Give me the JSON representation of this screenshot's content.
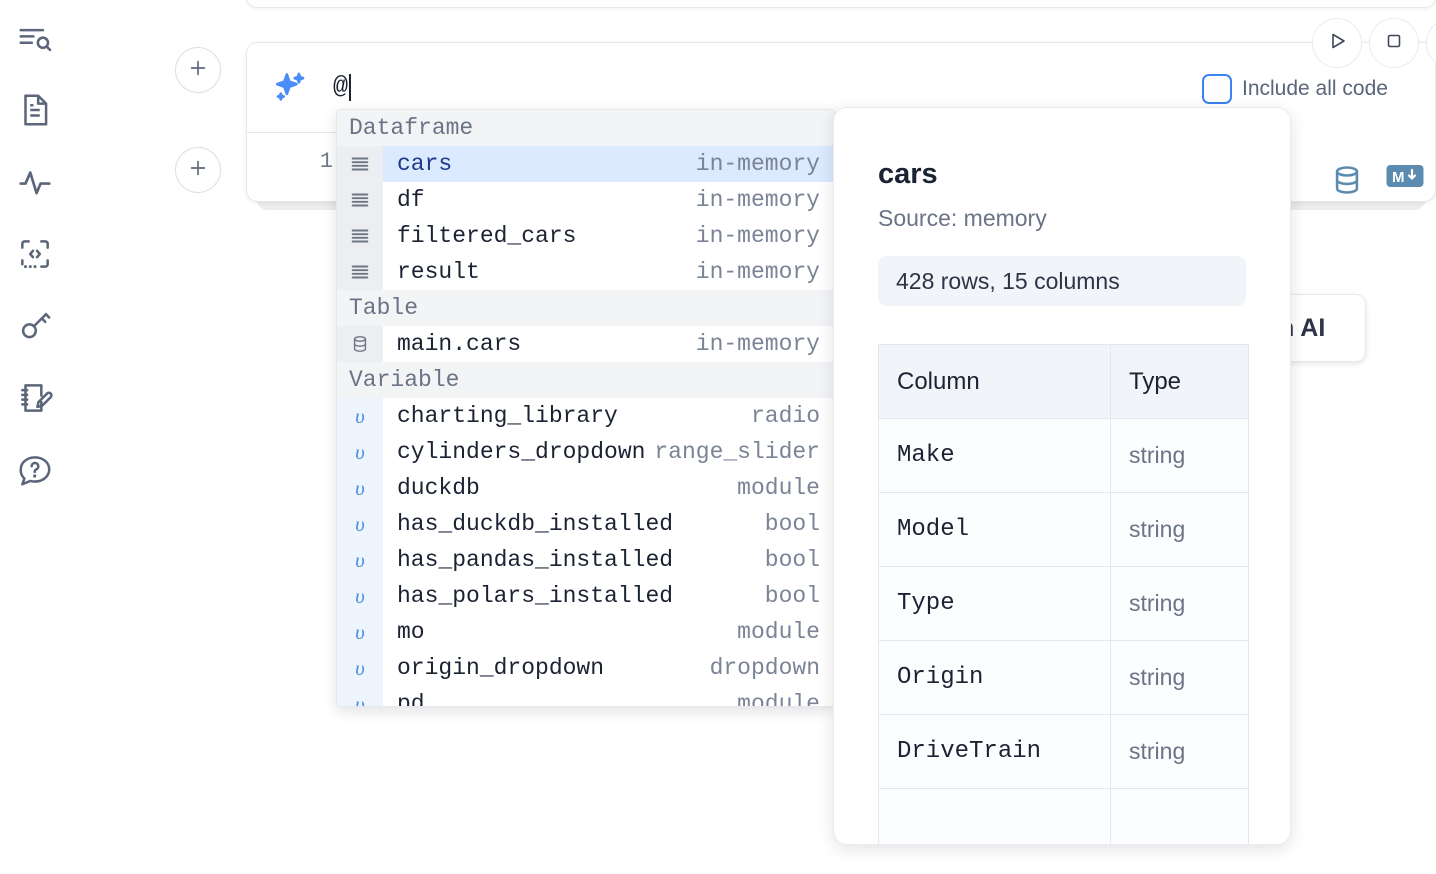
{
  "sidebar": {
    "items": [
      {
        "name": "outline-search-icon",
        "label": "Outline / Search"
      },
      {
        "name": "notebook-file-icon",
        "label": "Notebook"
      },
      {
        "name": "activity-pulse-icon",
        "label": "Activity"
      },
      {
        "name": "code-snippet-icon",
        "label": "Snippets"
      },
      {
        "name": "key-secrets-icon",
        "label": "Secrets"
      },
      {
        "name": "scratchpad-edit-icon",
        "label": "Scratchpad"
      },
      {
        "name": "help-chat-icon",
        "label": "Help"
      }
    ]
  },
  "cell": {
    "ai_prompt_value": "@",
    "line_number": "1",
    "include_all_code_label": "Include all code",
    "include_all_code_checked": false,
    "run_icon": "play-icon",
    "stop_icon": "stop-icon",
    "database_icon": "database-icon",
    "markdown_icon": "markdown-icon",
    "accent_blue": "#3b82f6",
    "icon_steel": "#5b8cb0"
  },
  "ai_card": {
    "label": "h AI"
  },
  "completions": {
    "groups": [
      {
        "title": "Dataframe",
        "icon": "dataframe-lines-icon",
        "kind": "dataframe",
        "items": [
          {
            "name": "cars",
            "type": "in-memory",
            "selected": true
          },
          {
            "name": "df",
            "type": "in-memory",
            "selected": false
          },
          {
            "name": "filtered_cars",
            "type": "in-memory",
            "selected": false
          },
          {
            "name": "result",
            "type": "in-memory",
            "selected": false
          }
        ]
      },
      {
        "title": "Table",
        "icon": "database-icon",
        "kind": "table",
        "items": [
          {
            "name": "main.cars",
            "type": "in-memory",
            "selected": false
          }
        ]
      },
      {
        "title": "Variable",
        "icon": "variable-upsilon-icon",
        "kind": "variable",
        "items": [
          {
            "name": "charting_library",
            "type": "radio",
            "selected": false
          },
          {
            "name": "cylinders_dropdown",
            "type": "range_slider",
            "selected": false
          },
          {
            "name": "duckdb",
            "type": "module",
            "selected": false
          },
          {
            "name": "has_duckdb_installed",
            "type": "bool",
            "selected": false
          },
          {
            "name": "has_pandas_installed",
            "type": "bool",
            "selected": false
          },
          {
            "name": "has_polars_installed",
            "type": "bool",
            "selected": false
          },
          {
            "name": "mo",
            "type": "module",
            "selected": false
          },
          {
            "name": "origin_dropdown",
            "type": "dropdown",
            "selected": false
          },
          {
            "name": "pd",
            "type": "module",
            "selected": false
          }
        ]
      }
    ]
  },
  "doc_panel": {
    "title": "cars",
    "source": "Source: memory",
    "shape": "428 rows, 15 columns",
    "headers": [
      "Column",
      "Type"
    ],
    "rows": [
      {
        "column": "Make",
        "type": "string"
      },
      {
        "column": "Model",
        "type": "string"
      },
      {
        "column": "Type",
        "type": "string"
      },
      {
        "column": "Origin",
        "type": "string"
      },
      {
        "column": "DriveTrain",
        "type": "string"
      },
      {
        "column": "",
        "type": ""
      }
    ]
  }
}
